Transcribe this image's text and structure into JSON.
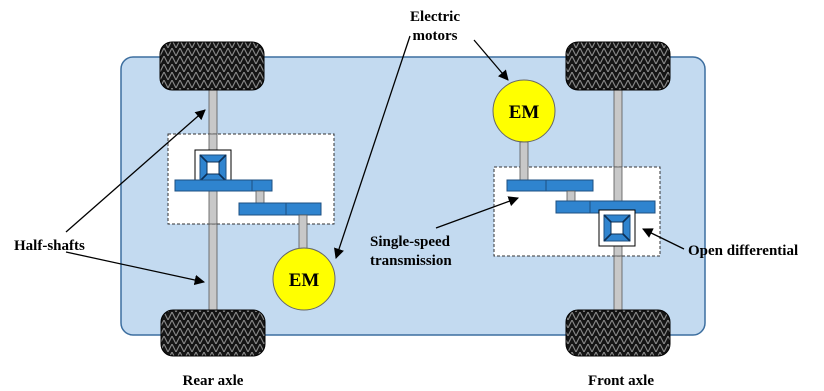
{
  "labels": {
    "electric_motors_line1": "Electric",
    "electric_motors_line2": "motors",
    "half_shafts": "Half-shafts",
    "single_speed_line1": "Single-speed",
    "single_speed_line2": "transmission",
    "open_differential": "Open differential",
    "rear_axle": "Rear axle",
    "front_axle": "Front axle"
  },
  "motors": {
    "rear_label": "EM",
    "front_label": "EM"
  },
  "colors": {
    "chassis_fill": "#c3daf0",
    "chassis_stroke": "#3c6e9f",
    "motor_fill": "#ffff00",
    "gear_fill": "#2f84cf",
    "gear_stroke": "#1d4f80",
    "shaft_fill": "#c8c8c8",
    "tire_fill": "#111111"
  }
}
